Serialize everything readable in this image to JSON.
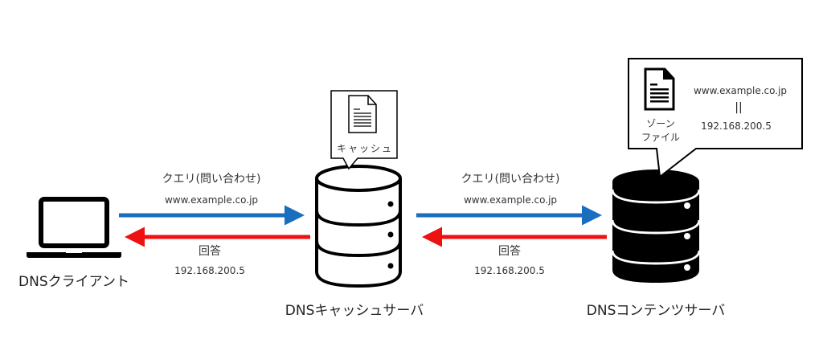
{
  "colors": {
    "query_arrow": "#1a6ebf",
    "answer_arrow": "#ee1111",
    "icon": "#000000",
    "background": "#ffffff"
  },
  "nodes": {
    "client": {
      "label": "DNSクライアント",
      "icon": "laptop-icon"
    },
    "cache_server": {
      "label": "DNSキャッシュサーバ",
      "icon": "database-outline-icon"
    },
    "content_server": {
      "label": "DNSコンテンツサーバ",
      "icon": "database-filled-icon"
    }
  },
  "flows": [
    {
      "from": "client",
      "to": "cache_server",
      "query_label": "クエリ(問い合わせ)",
      "query_value": "www.example.co.jp",
      "answer_label": "回答",
      "answer_value": "192.168.200.5"
    },
    {
      "from": "cache_server",
      "to": "content_server",
      "query_label": "クエリ(問い合わせ)",
      "query_value": "www.example.co.jp",
      "answer_label": "回答",
      "answer_value": "192.168.200.5"
    }
  ],
  "cache_bubble": {
    "icon": "document-icon",
    "label": "キャッシュ"
  },
  "zone_bubble": {
    "icon": "document-icon",
    "label_line1": "ゾーン",
    "label_line2": "ファイル",
    "domain": "www.example.co.jp",
    "equals": "||",
    "ip": "192.168.200.5"
  }
}
